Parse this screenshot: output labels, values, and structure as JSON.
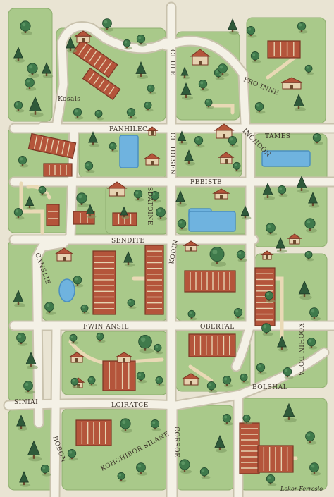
{
  "map": {
    "colors": {
      "background": "#e9e4d3",
      "grass": "#a9c98a",
      "grass_dark": "#94b876",
      "road": "#f4f1e6",
      "road_edge": "#c9c2ad",
      "path": "#e9d9b5",
      "water": "#6fb3df",
      "building_roof": "#b4553b",
      "building_wall": "#e6d3b1",
      "tree_dark": "#2f5a3a",
      "tree_mid": "#3f7a4b",
      "trunk": "#6b4a2e"
    },
    "labels": [
      {
        "id": "north-west-district",
        "text": "Kosais"
      },
      {
        "id": "north-vertical",
        "text": "CHULE"
      },
      {
        "id": "north-east-district",
        "text": "FRO INNE"
      },
      {
        "id": "central-north-left",
        "text": "PANHILEC"
      },
      {
        "id": "central-vertical",
        "text": "CHIIDLSEN"
      },
      {
        "id": "east-road",
        "text": "TAMES"
      },
      {
        "id": "east-vertical",
        "text": "INCHOON"
      },
      {
        "id": "central-mid",
        "text": "FEBISTE"
      },
      {
        "id": "central-small",
        "text": "SDATOINE"
      },
      {
        "id": "middle",
        "text": "SENDITE"
      },
      {
        "id": "west-vertical",
        "text": "CANSLIE"
      },
      {
        "id": "center-vertical",
        "text": "KODIN"
      },
      {
        "id": "south-west-center",
        "text": "FWIN ANSIL"
      },
      {
        "id": "south-center",
        "text": "OBERTAL"
      },
      {
        "id": "east-vertical-south",
        "text": "KOOHIN DOTA"
      },
      {
        "id": "south-west-edge",
        "text": "SINIAI"
      },
      {
        "id": "south-road",
        "text": "LCIRATCE"
      },
      {
        "id": "south-east",
        "text": "BOLSHAL"
      },
      {
        "id": "south-vertical-left",
        "text": "BOBON"
      },
      {
        "id": "south-bottom",
        "text": "KOHCHIBOR SILANE"
      },
      {
        "id": "south-vertical-center",
        "text": "CORSOE"
      }
    ],
    "signature": "Lokor-Ferreslo"
  }
}
